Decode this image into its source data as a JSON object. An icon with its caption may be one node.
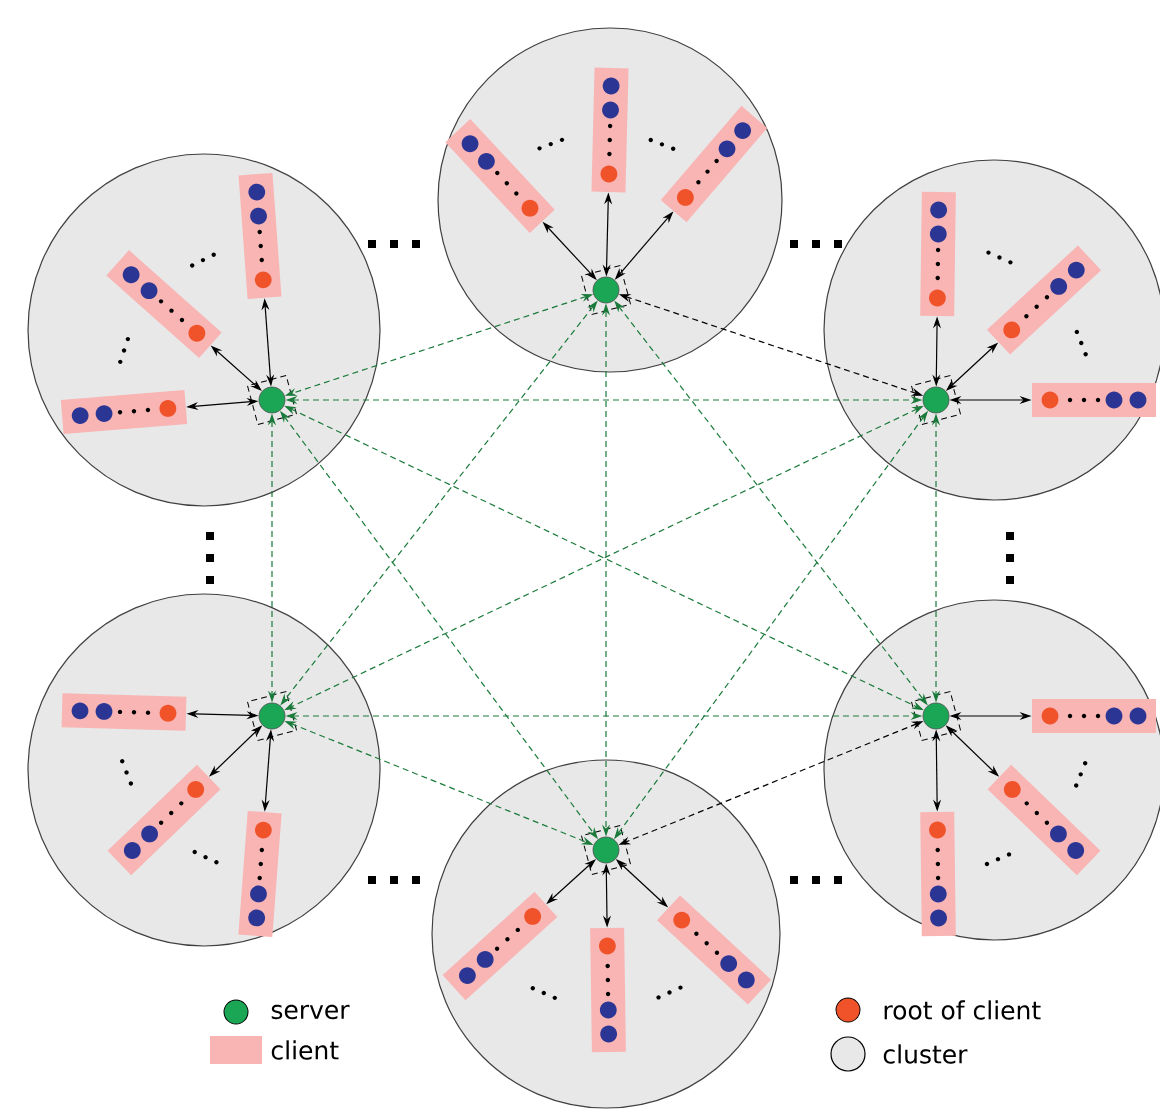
{
  "diagram": {
    "nodes": [
      {
        "text": [],
        "shape": "circle"
      },
      {
        "text": [],
        "shape": "circle",
        "in": 0
      },
      {
        "text": [],
        "shape": "bar",
        "in": 0
      },
      {
        "text": [],
        "shape": "bar",
        "in": 0
      },
      {
        "text": [],
        "shape": "bar",
        "in": 0
      },
      {
        "text": [],
        "shape": "circle"
      },
      {
        "text": [],
        "shape": "circle",
        "in": 5
      },
      {
        "text": [],
        "shape": "bar",
        "in": 5
      },
      {
        "text": [],
        "shape": "bar",
        "in": 5
      },
      {
        "text": [],
        "shape": "bar",
        "in": 5
      },
      {
        "text": [],
        "shape": "circle"
      },
      {
        "text": [],
        "shape": "circle",
        "in": 10
      },
      {
        "text": [],
        "shape": "bar",
        "in": 10
      },
      {
        "text": [],
        "shape": "bar",
        "in": 10
      },
      {
        "text": [],
        "shape": "bar",
        "in": 10
      },
      {
        "text": [],
        "shape": "circle"
      },
      {
        "text": [],
        "shape": "circle",
        "in": 15
      },
      {
        "text": [],
        "shape": "bar",
        "in": 15
      },
      {
        "text": [],
        "shape": "bar",
        "in": 15
      },
      {
        "text": [],
        "shape": "bar",
        "in": 15
      },
      {
        "text": [],
        "shape": "circle"
      },
      {
        "text": [],
        "shape": "circle",
        "in": 20
      },
      {
        "text": [],
        "shape": "bar",
        "in": 20
      },
      {
        "text": [],
        "shape": "bar",
        "in": 20
      },
      {
        "text": [],
        "shape": "bar",
        "in": 20
      },
      {
        "text": [],
        "shape": "circle"
      },
      {
        "text": [],
        "shape": "circle",
        "in": 25
      },
      {
        "text": [],
        "shape": "bar",
        "in": 25
      },
      {
        "text": [],
        "shape": "bar",
        "in": 25
      },
      {
        "text": [],
        "shape": "bar",
        "in": 25
      }
    ],
    "edges": [
      {
        "from": 1,
        "to": 2,
        "arrow": "both"
      },
      {
        "from": 1,
        "to": 3,
        "arrow": "both"
      },
      {
        "from": 1,
        "to": 4,
        "arrow": "both"
      },
      {
        "from": 6,
        "to": 7,
        "arrow": "both"
      },
      {
        "from": 6,
        "to": 8,
        "arrow": "both"
      },
      {
        "from": 6,
        "to": 9,
        "arrow": "both"
      },
      {
        "from": 11,
        "to": 12,
        "arrow": "both"
      },
      {
        "from": 11,
        "to": 13,
        "arrow": "both"
      },
      {
        "from": 11,
        "to": 14,
        "arrow": "both"
      },
      {
        "from": 16,
        "to": 17,
        "arrow": "both"
      },
      {
        "from": 16,
        "to": 18,
        "arrow": "both"
      },
      {
        "from": 16,
        "to": 19,
        "arrow": "both"
      },
      {
        "from": 21,
        "to": 22,
        "arrow": "both"
      },
      {
        "from": 21,
        "to": 23,
        "arrow": "both"
      },
      {
        "from": 21,
        "to": 24,
        "arrow": "both"
      },
      {
        "from": 26,
        "to": 27,
        "arrow": "both"
      },
      {
        "from": 26,
        "to": 28,
        "arrow": "both"
      },
      {
        "from": 26,
        "to": 29,
        "arrow": "both"
      },
      {
        "from": 1,
        "to": 6,
        "arrow": "both",
        "style": "dashed",
        "color": "#1a7a3a"
      },
      {
        "from": 1,
        "to": 11,
        "arrow": "both",
        "style": "dashed"
      },
      {
        "from": 1,
        "to": 16,
        "arrow": "both",
        "style": "dashed",
        "color": "#1a7a3a"
      },
      {
        "from": 1,
        "to": 21,
        "arrow": "both",
        "style": "dashed",
        "color": "#1a7a3a"
      },
      {
        "from": 1,
        "to": 26,
        "arrow": "both",
        "style": "dashed",
        "color": "#1a7a3a"
      },
      {
        "from": 6,
        "to": 11,
        "arrow": "both",
        "style": "dashed",
        "color": "#1a7a3a"
      },
      {
        "from": 6,
        "to": 16,
        "arrow": "both",
        "style": "dashed",
        "color": "#1a7a3a"
      },
      {
        "from": 6,
        "to": 21,
        "arrow": "both",
        "style": "dashed",
        "color": "#1a7a3a"
      },
      {
        "from": 6,
        "to": 26,
        "arrow": "both",
        "style": "dashed",
        "color": "#1a7a3a"
      },
      {
        "from": 11,
        "to": 16,
        "arrow": "both",
        "style": "dashed",
        "color": "#1a7a3a"
      },
      {
        "from": 11,
        "to": 21,
        "arrow": "both",
        "style": "dashed",
        "color": "#1a7a3a"
      },
      {
        "from": 11,
        "to": 26,
        "arrow": "both",
        "style": "dashed",
        "color": "#1a7a3a"
      },
      {
        "from": 16,
        "to": 21,
        "arrow": "both",
        "style": "dashed",
        "color": "#1a7a3a"
      },
      {
        "from": 16,
        "to": 26,
        "arrow": "both",
        "style": "dashed",
        "color": "#1a7a3a"
      },
      {
        "from": 21,
        "to": 26,
        "arrow": "both",
        "style": "dashed"
      }
    ],
    "legend": [
      {
        "text": "server",
        "color": "#1aa655"
      },
      {
        "text": "client",
        "color": "#f9b4b4"
      },
      {
        "text": "root of client",
        "color": "#f0522a"
      },
      {
        "text": "cluster",
        "color": "#e8e8e8"
      }
    ]
  }
}
